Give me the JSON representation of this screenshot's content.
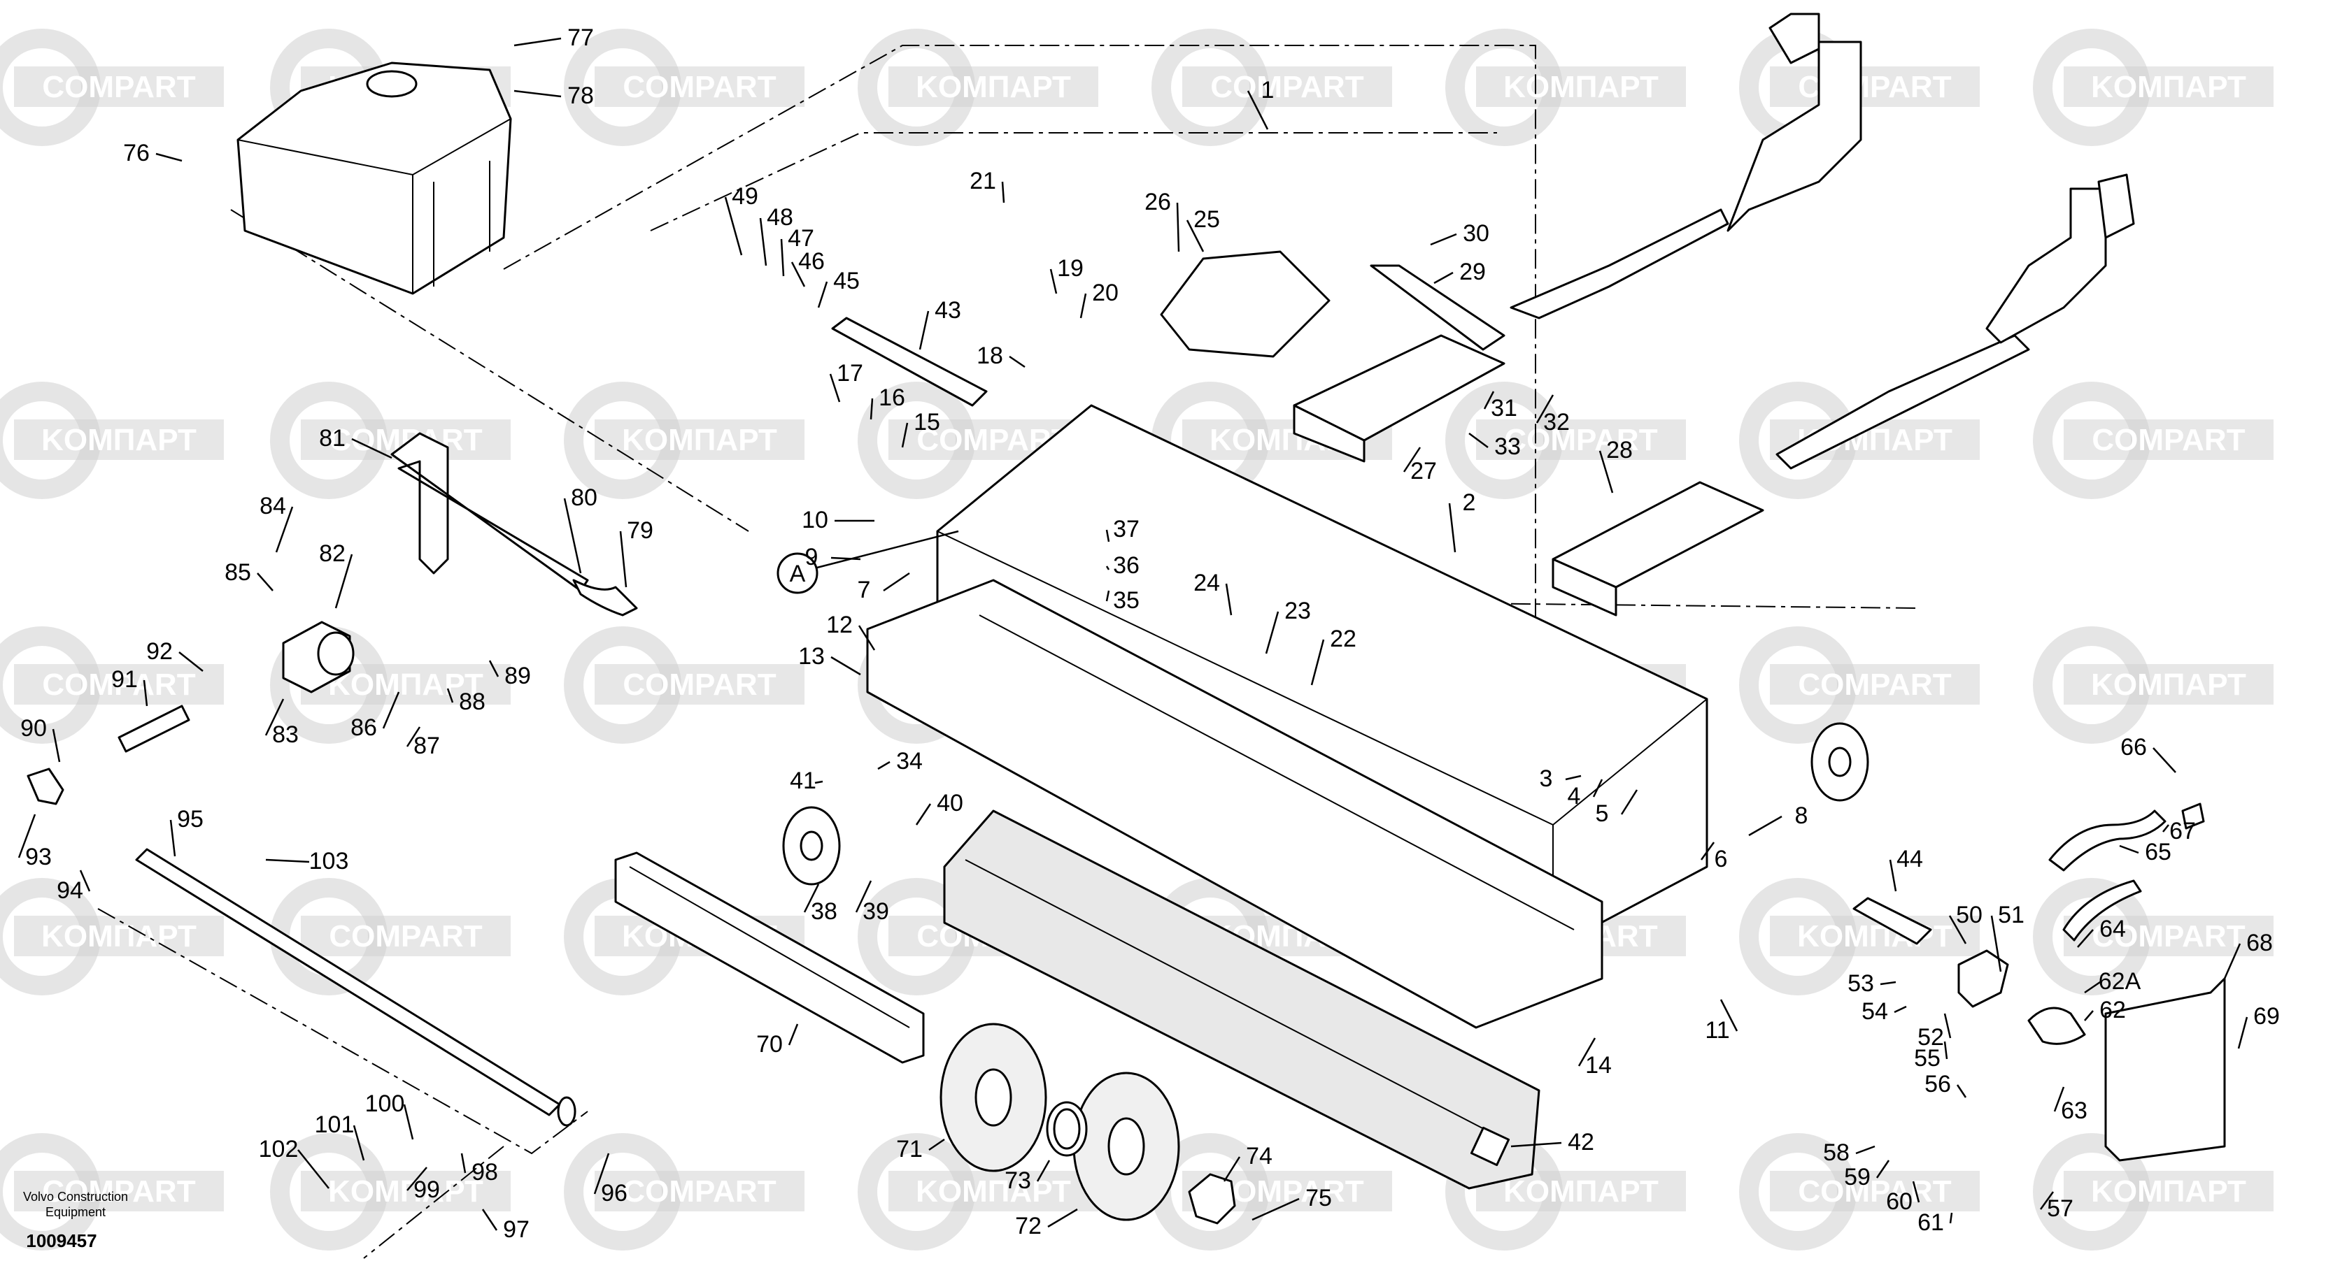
{
  "diagram": {
    "footer": {
      "brand_line1": "Volvo Construction",
      "brand_line2": "Equipment",
      "drawing_number": "1009457"
    },
    "reference_marker": "A",
    "watermarks": [
      "COMPART",
      "KOMПАРТ"
    ],
    "callouts": [
      "1",
      "2",
      "3",
      "4",
      "5",
      "6",
      "7",
      "8",
      "9",
      "10",
      "11",
      "12",
      "13",
      "14",
      "15",
      "16",
      "17",
      "18",
      "19",
      "20",
      "21",
      "22",
      "23",
      "24",
      "25",
      "26",
      "27",
      "28",
      "29",
      "30",
      "31",
      "32",
      "33",
      "34",
      "35",
      "36",
      "37",
      "38",
      "39",
      "40",
      "41",
      "42",
      "43",
      "44",
      "45",
      "46",
      "47",
      "48",
      "49",
      "50",
      "51",
      "52",
      "53",
      "54",
      "55",
      "56",
      "57",
      "58",
      "59",
      "60",
      "61",
      "62",
      "62A",
      "63",
      "64",
      "65",
      "66",
      "67",
      "68",
      "69",
      "70",
      "71",
      "72",
      "73",
      "74",
      "75",
      "76",
      "77",
      "78",
      "79",
      "80",
      "81",
      "82",
      "83",
      "84",
      "85",
      "86",
      "87",
      "88",
      "89",
      "90",
      "91",
      "92",
      "93",
      "94",
      "95",
      "96",
      "97",
      "98",
      "99",
      "100",
      "101",
      "102",
      "103"
    ],
    "colors": {
      "watermark": "#cfcfcf",
      "line": "#000000",
      "background": "#ffffff"
    }
  }
}
